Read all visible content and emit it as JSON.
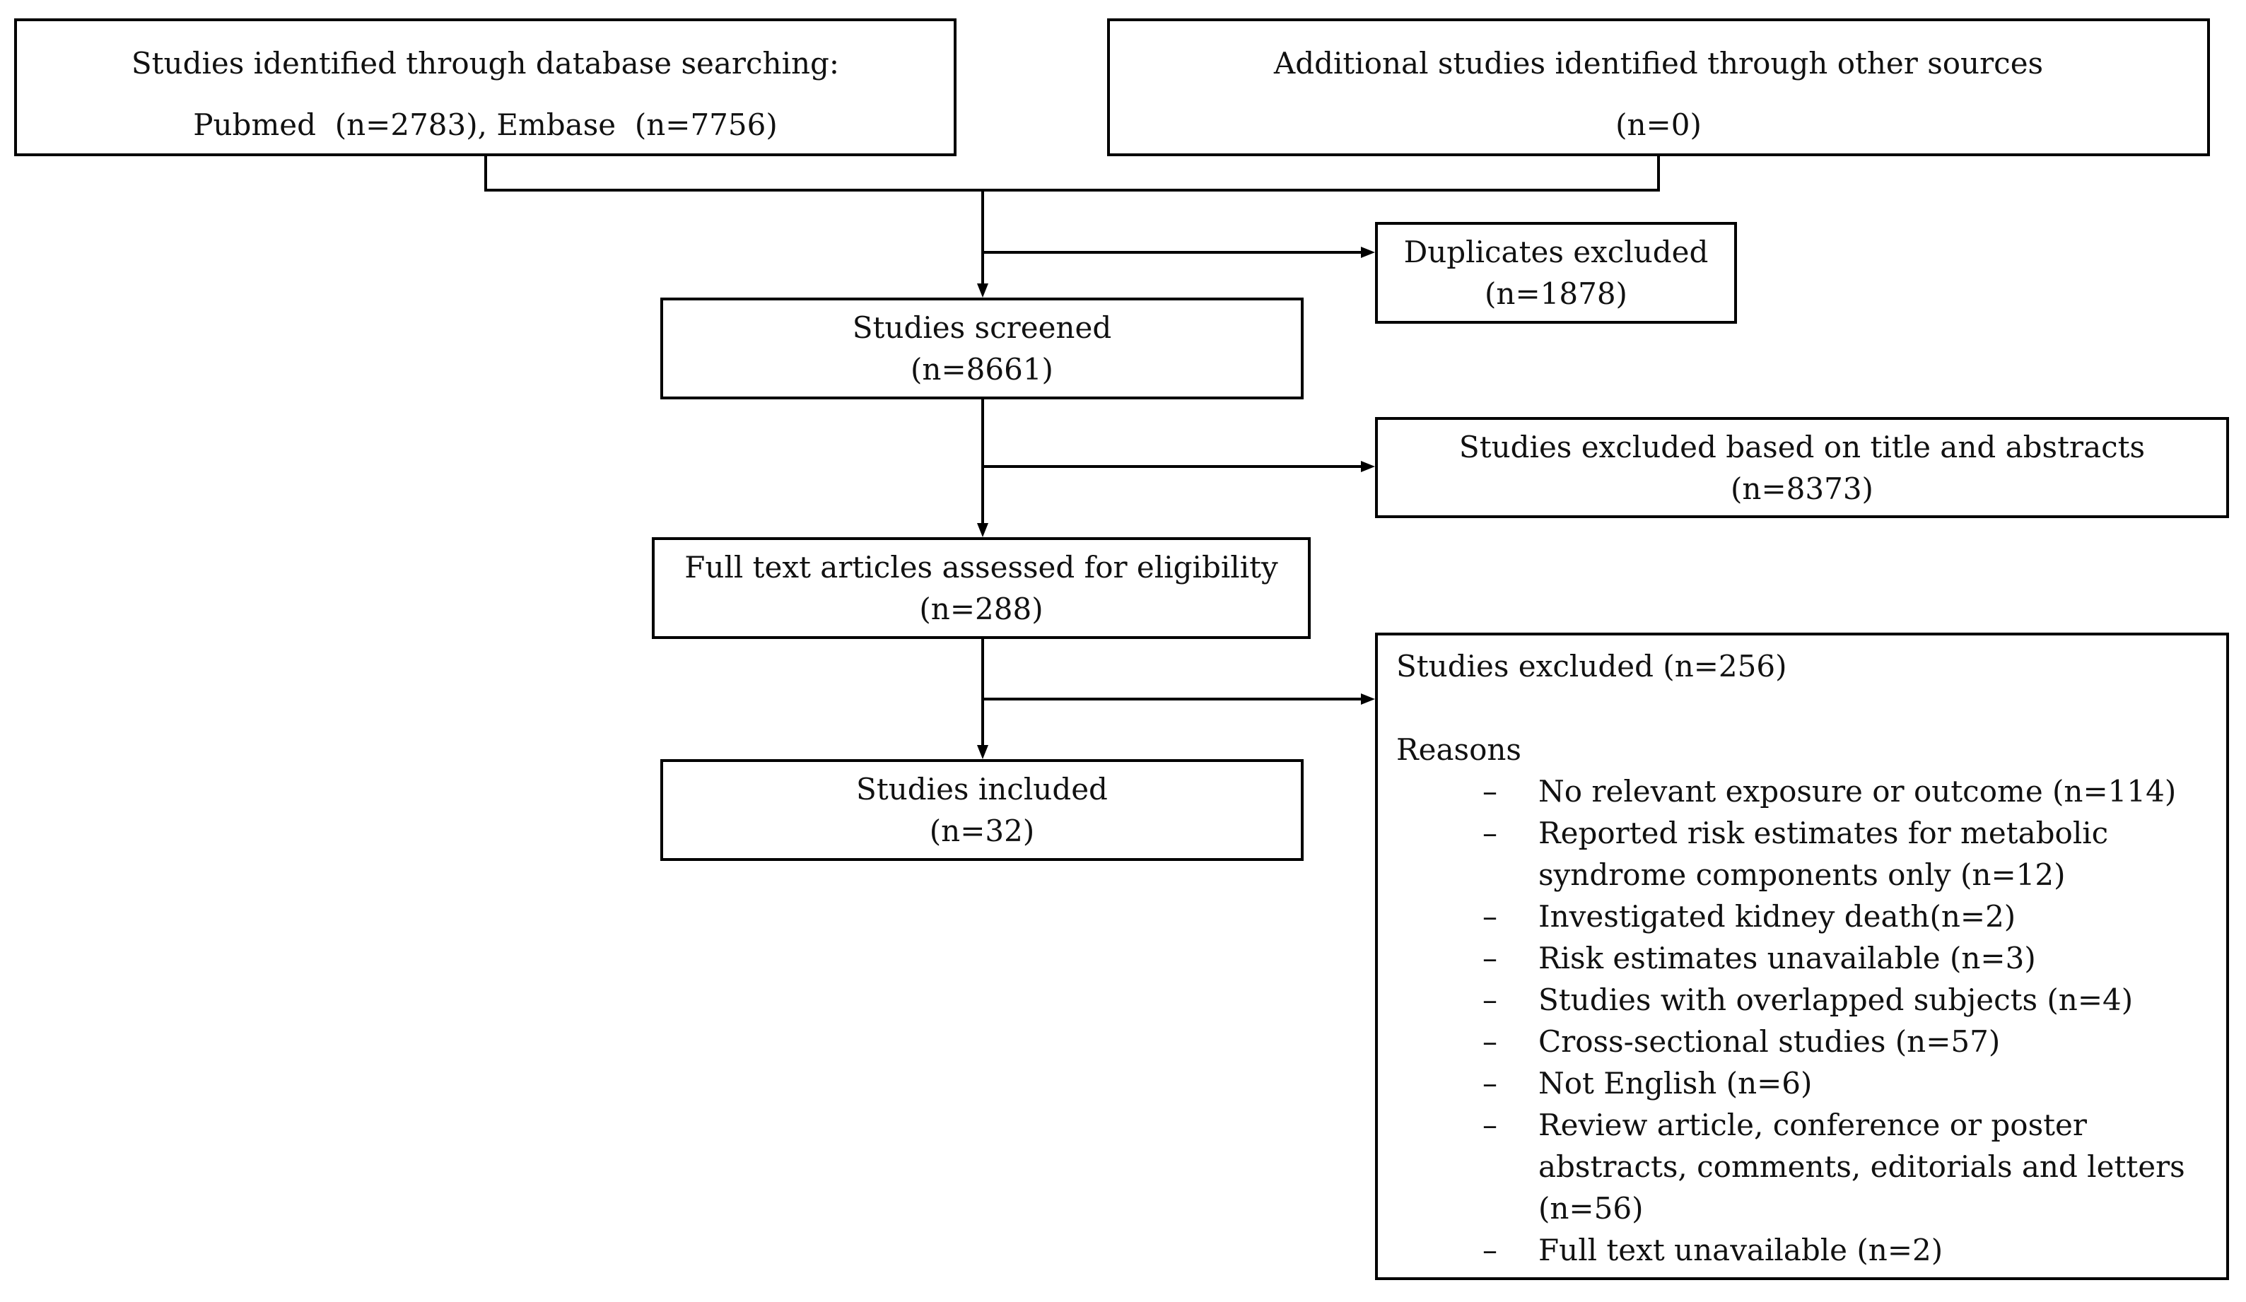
{
  "diagram": {
    "identification": {
      "database": {
        "line1": "Studies identified through database searching:",
        "line2": "Pubmed  (n=2783), Embase  (n=7756)"
      },
      "other_sources": {
        "line1": "Additional studies identified through other sources",
        "line2": "(n=0)"
      }
    },
    "duplicates": {
      "line1": "Duplicates excluded",
      "line2": "(n=1878)"
    },
    "screened": {
      "line1": "Studies screened",
      "line2": "(n=8661)"
    },
    "title_abstract_excluded": {
      "line1": "Studies excluded based on title and abstracts",
      "line2": "(n=8373)"
    },
    "full_text": {
      "line1": "Full text articles assessed for eligibility",
      "line2": "(n=288)"
    },
    "included": {
      "line1": "Studies included",
      "line2": "(n=32)"
    },
    "excluded": {
      "heading": "Studies excluded (n=256)",
      "reasons_label": "Reasons",
      "bullet": "–",
      "reasons": [
        "No relevant exposure or outcome (n=114)",
        "Reported risk estimates for metabolic syndrome components only (n=12)",
        "Investigated kidney death(n=2)",
        "Risk estimates unavailable (n=3)",
        "Studies with overlapped subjects (n=4)",
        "Cross-sectional studies (n=57)",
        "Not English (n=6)",
        "Review article, conference or poster abstracts, comments, editorials and letters (n=56)",
        "Full text unavailable (n=2)"
      ]
    }
  }
}
